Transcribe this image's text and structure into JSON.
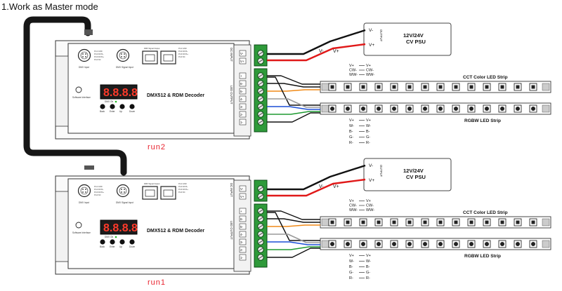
{
  "heading": "1.Work as Master mode",
  "colors": {
    "black_wire": "#111111",
    "red_wire": "#e01818",
    "green_terminal": "#2e9a3a",
    "orange_wire": "#f08a18",
    "blue_wire": "#1b4fd6",
    "green_wire": "#1e9a30",
    "gray_wire": "#9a9a9a",
    "lcd_bg": "#1c1c1c",
    "lcd_digit": "#ff3a2a",
    "run_text": "#e8202c"
  },
  "decoders": [
    {
      "id": "top",
      "title": "DMX512 & RDM Decoder",
      "digits": "8.8.8.8",
      "buttons": [
        "Back",
        "Enter",
        "Up",
        "Down"
      ],
      "dmx_ok": "DMX Ok",
      "software_interface": "Software Interface",
      "port_labels": [
        "DMX Input",
        "DMX Signal Input",
        "DMX Signal Output"
      ],
      "pin_small": [
        "Pin1:GND",
        "Pin2:DATA-",
        "Pin3:DATA+",
        "Pin4:NC"
      ],
      "dc_input": "DC INPUT",
      "dc_terminals": [
        "V-",
        "V+"
      ],
      "led_output": "LED OUTPUT",
      "led_terminals": [
        "+",
        "6-",
        "5-",
        "4-",
        "3-",
        "2-",
        "1-"
      ],
      "run_label": "run2"
    },
    {
      "id": "bottom",
      "title": "DMX512 & RDM Decoder",
      "digits": "8.8.8.8",
      "buttons": [
        "Back",
        "Enter",
        "Up",
        "Down"
      ],
      "dmx_ok": "DMX Ok",
      "software_interface": "Software Interface",
      "port_labels": [
        "DMX Input",
        "DMX Signal Input",
        "DMX Signal Output"
      ],
      "pin_small": [
        "Pin1:GND",
        "Pin2:DATA-",
        "Pin3:DATA+",
        "Pin4:NC"
      ],
      "dc_input": "DC INPUT",
      "dc_terminals": [
        "V-",
        "V+"
      ],
      "led_output": "LED OUTPUT",
      "led_terminals": [
        "+",
        "6-",
        "5-",
        "4-",
        "3-",
        "2-",
        "1-"
      ],
      "run_label": "run1"
    }
  ],
  "psu": {
    "title": "12V/24V",
    "subtitle": "CV PSU",
    "output": "OUTPUT",
    "pins": [
      "V-",
      "V+"
    ]
  },
  "wire_labels": {
    "neg": "V-",
    "pos": "V+"
  },
  "cct_strip": {
    "title": "CCT Color LED Strip",
    "map": [
      [
        "V+",
        "V+"
      ],
      [
        "CW-",
        "CW-"
      ],
      [
        "WW-",
        "WW-"
      ]
    ]
  },
  "rgbw_strip": {
    "title": "RGBW LED Strip",
    "map": [
      [
        "V+",
        "V+"
      ],
      [
        "W-",
        "W-"
      ],
      [
        "B-",
        "B-"
      ],
      [
        "G-",
        "G-"
      ],
      [
        "R-",
        "R-"
      ]
    ]
  }
}
